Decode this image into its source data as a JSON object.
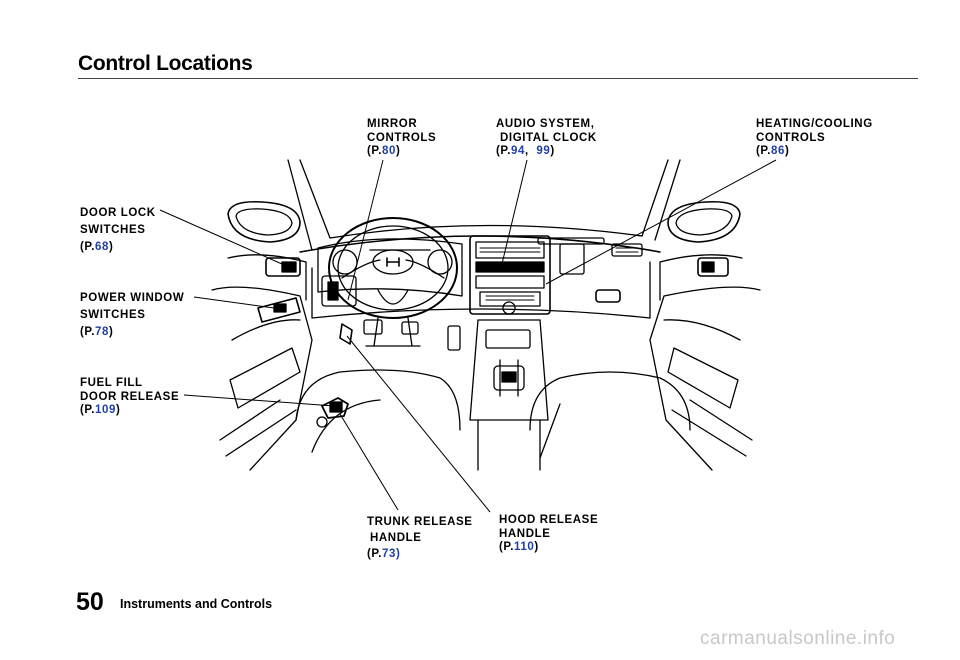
{
  "header": {
    "title": "Control Locations"
  },
  "labels": {
    "mirror": {
      "lines": [
        "MIRROR",
        "CONTROLS"
      ],
      "ref_prefix": "(P.",
      "page": "80",
      "ref_suffix": ")"
    },
    "audio": {
      "lines": [
        "AUDIO SYSTEM,",
        "DIGITAL CLOCK"
      ],
      "ref_prefix": "(P.",
      "page": "94",
      "sep": ",",
      "page2": "99",
      "ref_suffix": ")"
    },
    "heating": {
      "lines": [
        "HEATING/COOLING",
        "CONTROLS"
      ],
      "ref_prefix": "(P.",
      "page": "86",
      "ref_suffix": ")"
    },
    "door_lock": {
      "lines": [
        "DOOR LOCK",
        "SWITCHES"
      ],
      "ref_prefix": "(P.",
      "page": "68",
      "ref_suffix": ")"
    },
    "power_window": {
      "lines": [
        "POWER WINDOW",
        "SWITCHES"
      ],
      "ref_prefix": "(P.",
      "page": "78",
      "ref_suffix": ")"
    },
    "fuel_fill": {
      "lines": [
        "FUEL FILL",
        "DOOR RELEASE"
      ],
      "ref_prefix": "(P.",
      "page": "109",
      "ref_suffix": ")"
    },
    "trunk": {
      "lines": [
        "TRUNK RELEASE",
        "HANDLE"
      ],
      "ref_prefix": "(P.",
      "page": "73)",
      "ref_suffix": ""
    },
    "hood": {
      "lines": [
        "HOOD RELEASE",
        "HANDLE"
      ],
      "ref_prefix": "(P.",
      "page": "110",
      "ref_suffix": ")"
    }
  },
  "footer": {
    "page_number": "50",
    "section": "Instruments and Controls",
    "watermark": "carmanualsonline.info"
  }
}
